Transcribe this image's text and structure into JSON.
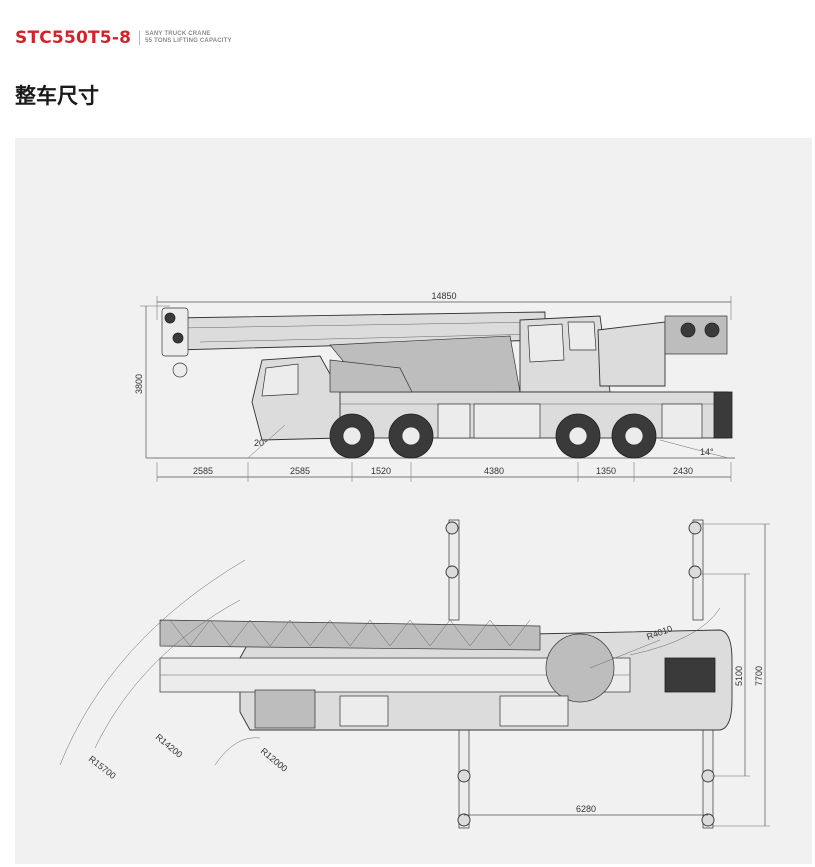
{
  "header": {
    "model": "STC550T5-8",
    "tagline_1": "SANY TRUCK CRANE",
    "tagline_2": "55 TONS LIFTING CAPACITY"
  },
  "section_title": "整车尺寸",
  "side_view": {
    "overall_length": "14850",
    "height": "3800",
    "approach_angle": "20°",
    "departure_angle": "14°",
    "segments": [
      "2585",
      "2585",
      "1520",
      "4380",
      "1350",
      "2430"
    ]
  },
  "top_view": {
    "radius_boom": "R15700",
    "radius_front": "R14200",
    "radius_wheel": "R12000",
    "radius_tail": "R4010",
    "outrigger_span_longitudinal": "6280",
    "outrigger_span_lateral": "5100",
    "outrigger_span_lateral_full": "7700"
  },
  "colors": {
    "brand": "#d3222a",
    "panel": "#f1f1f1"
  }
}
